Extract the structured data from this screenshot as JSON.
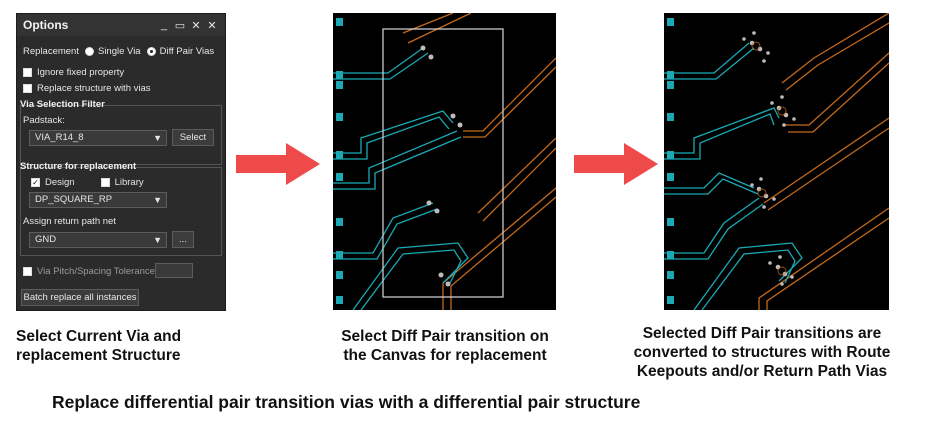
{
  "options_panel": {
    "title": "Options",
    "window_icons": {
      "minimize": "_",
      "restore": "▭",
      "close1": "✕",
      "close2": "✕"
    },
    "replacement": {
      "label": "Replacement",
      "single_via": "Single Via",
      "diff_pair_vias": "Diff Pair Vias",
      "selected": "diff_pair_vias"
    },
    "ignore_fixed": {
      "label": "Ignore fixed property",
      "checked": false
    },
    "replace_structure": {
      "label": "Replace structure with vias",
      "checked": false
    },
    "via_selection_filter": {
      "title": "Via Selection Filter",
      "padstack_label": "Padstack:",
      "padstack_value": "VIA_R14_8",
      "select_button": "Select"
    },
    "structure_for_replacement": {
      "title": "Structure for replacement",
      "design_label": "Design",
      "design_checked": true,
      "library_label": "Library",
      "library_checked": false,
      "structure_value": "DP_SQUARE_RP",
      "return_path_label": "Assign return path net",
      "return_path_value": "GND",
      "browse_button": "..."
    },
    "via_pitch": {
      "label": "Via Pitch/Spacing Tolerance:",
      "value": ""
    },
    "batch_button": "Batch replace all instances"
  },
  "captions": {
    "left_line1": "Select Current Via and",
    "left_line2": "replacement Structure",
    "middle_line1": "Select Diff Pair transition on",
    "middle_line2": "the Canvas for replacement",
    "right_line1": "Selected Diff Pair transitions are",
    "right_line2": "converted to structures with Route",
    "right_line3": "Keepouts and/or Return Path Vias",
    "bottom": "Replace differential pair transition vias with a differential pair structure"
  },
  "colors": {
    "panel_bg": "#2b2b2b",
    "arrow": "#ef4a4a",
    "canvas_bg": "#000000",
    "teal_trace": "#1aa9b5",
    "orange_trace": "#c46a1c",
    "via": "#bdbdbd"
  }
}
